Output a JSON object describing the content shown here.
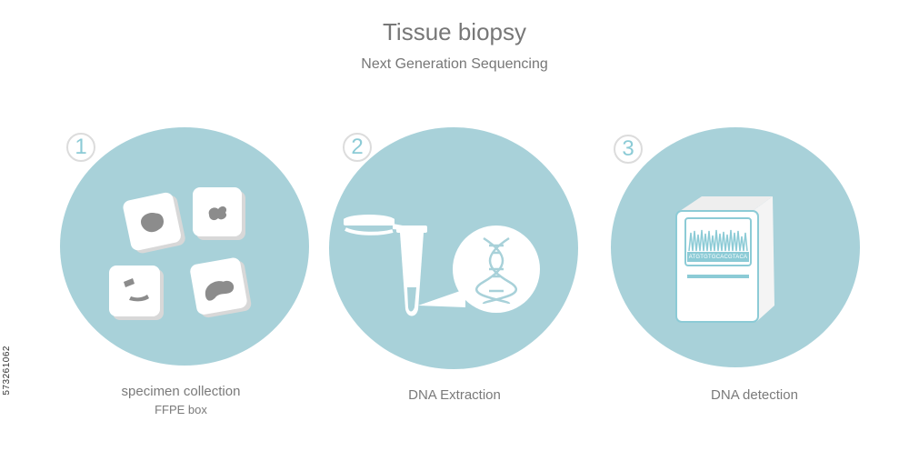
{
  "header": {
    "title": "Tissue biopsy",
    "subtitle": "Next Generation Sequencing"
  },
  "steps": [
    {
      "number": "1",
      "label": "specimen collection",
      "sublabel": "FFPE box"
    },
    {
      "number": "2",
      "label": "DNA Extraction"
    },
    {
      "number": "3",
      "label": "DNA detection"
    }
  ],
  "sequencer": {
    "sequence_text": "ATGTGTGCACGTACA"
  },
  "side_id": "573261062",
  "colors": {
    "disc": "#a8d1d9",
    "accent": "#8ccbd6",
    "text": "#777777",
    "tissue": "#8c8c8c"
  }
}
